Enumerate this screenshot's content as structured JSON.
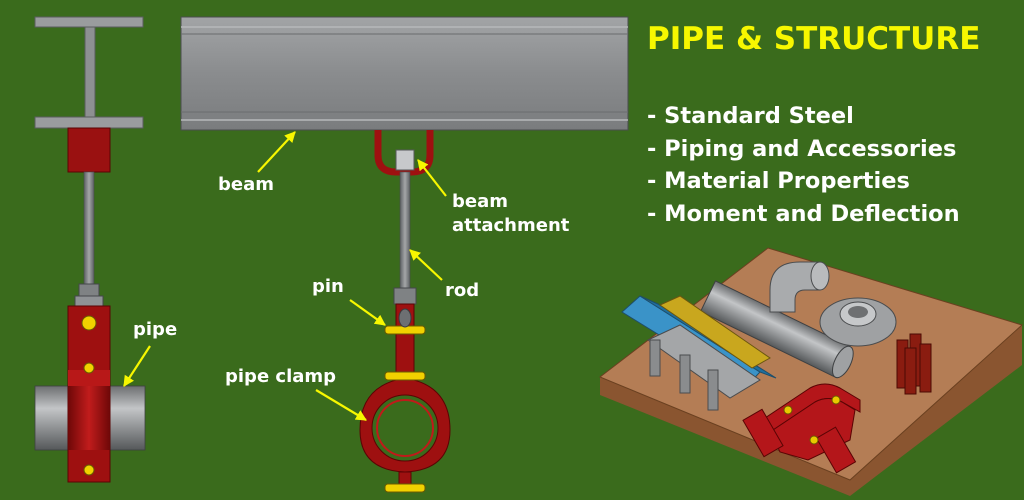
{
  "title": "PIPE & STRUCTURE",
  "features": [
    "- Standard Steel",
    "- Piping and Accessories",
    "- Material Properties",
    "- Moment and Deflection"
  ],
  "labels": {
    "pipe": "pipe",
    "beam": "beam",
    "beam_attachment_1": "beam",
    "beam_attachment_2": "attachment",
    "rod": "rod",
    "pin": "pin",
    "pipe_clamp": "pipe clamp"
  },
  "colors": {
    "background": "#3a6b1c",
    "title": "#f7f700",
    "label_text": "#ffffff",
    "leader_arrow": "#f7f700",
    "steel": "#8e9092",
    "clamp_red": "#9e1010",
    "wood": "#b47d55"
  },
  "icons": [
    "i-beam-section-icon",
    "steel-beam-side-view-icon",
    "pipe-hanger-icon",
    "pipe-clamp-assembly-icon",
    "piping-accessories-illustration-icon"
  ]
}
